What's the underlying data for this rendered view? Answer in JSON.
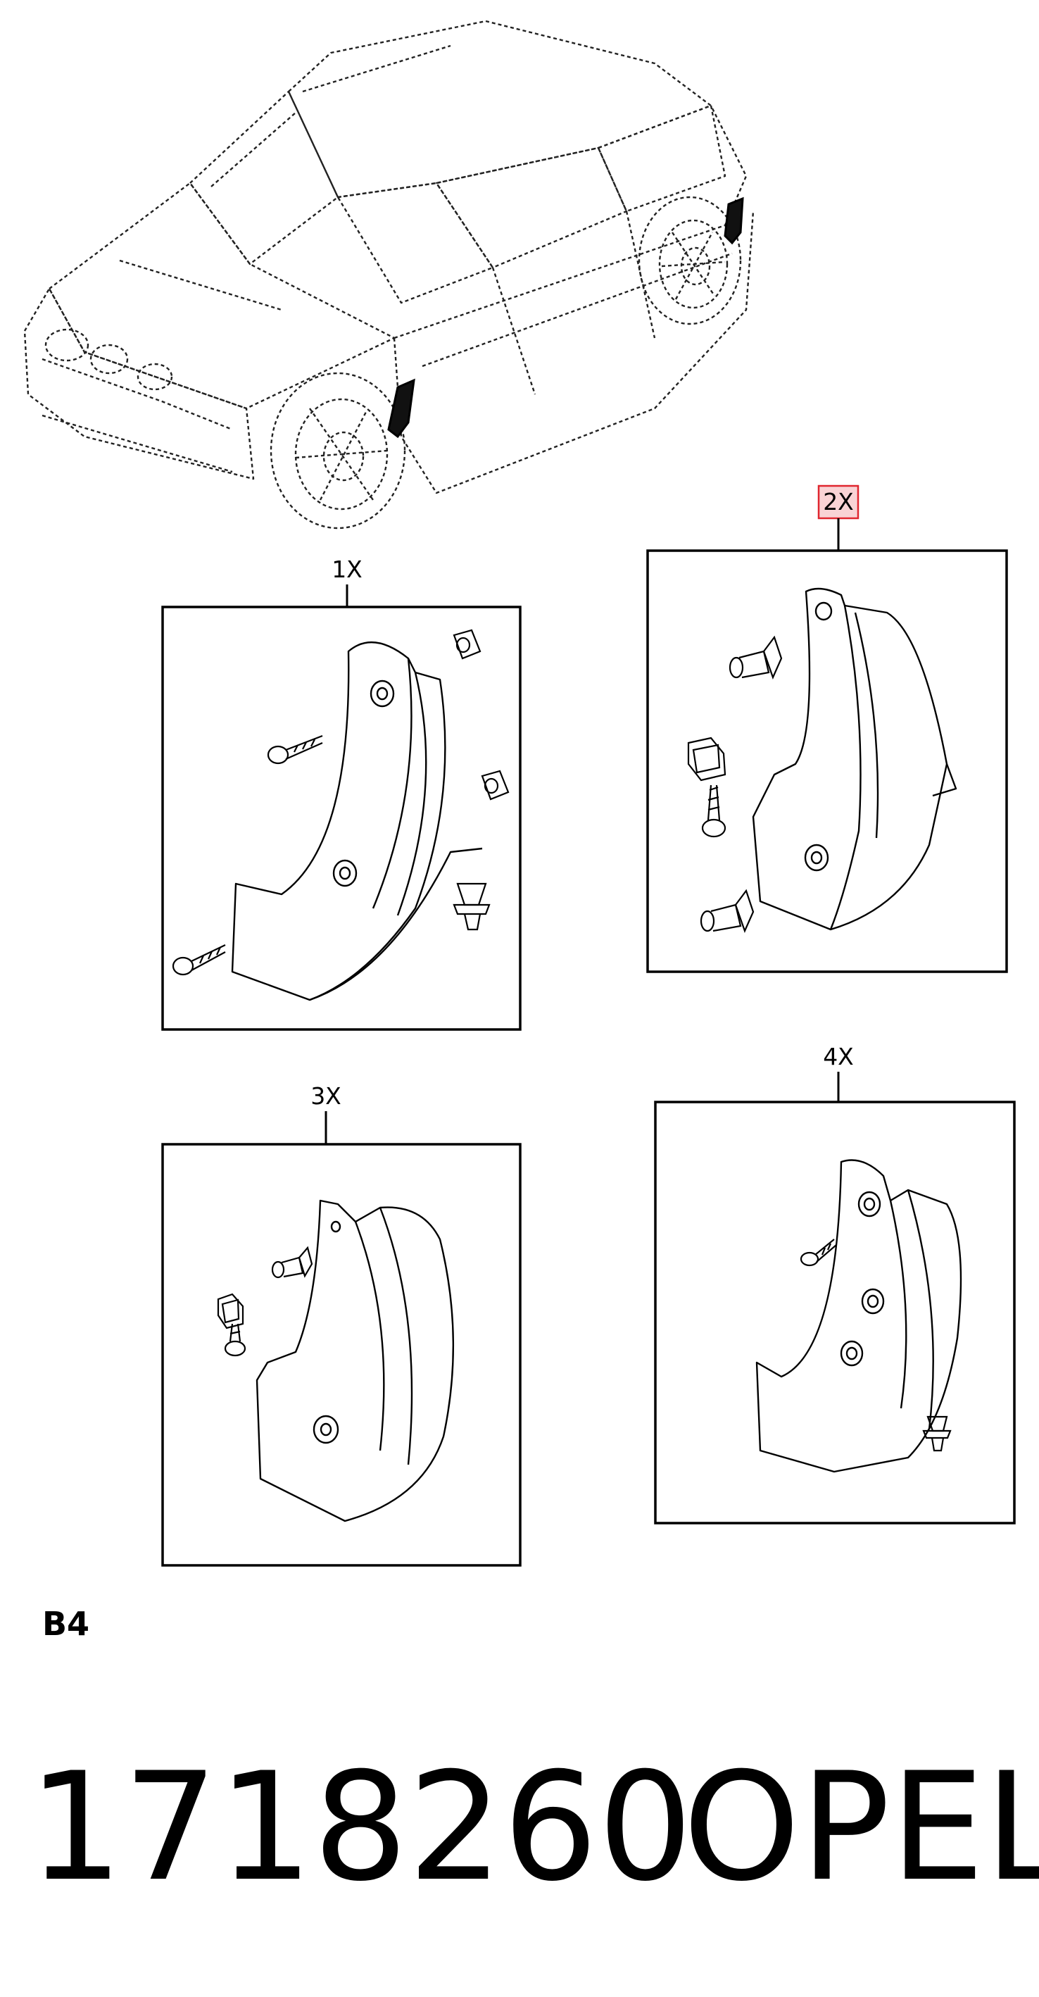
{
  "diagram": {
    "callouts": {
      "c1": "1X",
      "c2": "2X",
      "c3": "3X",
      "c4": "4X"
    },
    "section": "B4",
    "part_number": "1718260",
    "brand": "OPEL",
    "colors": {
      "line": "#000000",
      "highlight": "#e0262f",
      "highlight_fill": "#f9d3d5",
      "background": "#ffffff"
    }
  }
}
